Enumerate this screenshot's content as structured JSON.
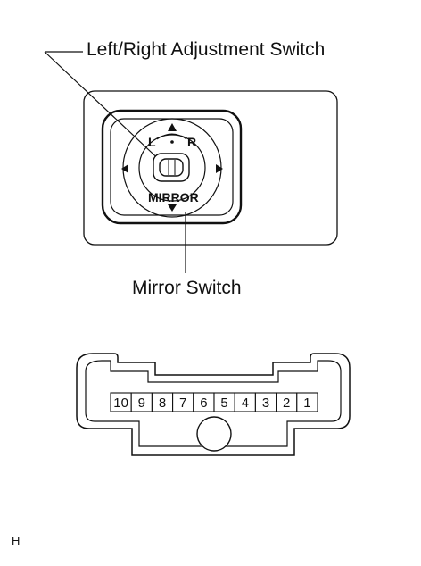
{
  "callouts": {
    "left_right_adjustment_switch": "Left/Right Adjustment Switch",
    "mirror_switch": "Mirror Switch"
  },
  "switch": {
    "left_label": "L",
    "right_label": "R",
    "mirror_label": "MIRROR",
    "arrows": [
      "up-arrow-icon",
      "down-arrow-icon",
      "left-arrow-icon",
      "right-arrow-icon"
    ]
  },
  "connector": {
    "pins": [
      "10",
      "9",
      "8",
      "7",
      "6",
      "5",
      "4",
      "3",
      "2",
      "1"
    ]
  },
  "figure_code": "H",
  "colors": {
    "line": "#111111",
    "background": "#ffffff"
  }
}
